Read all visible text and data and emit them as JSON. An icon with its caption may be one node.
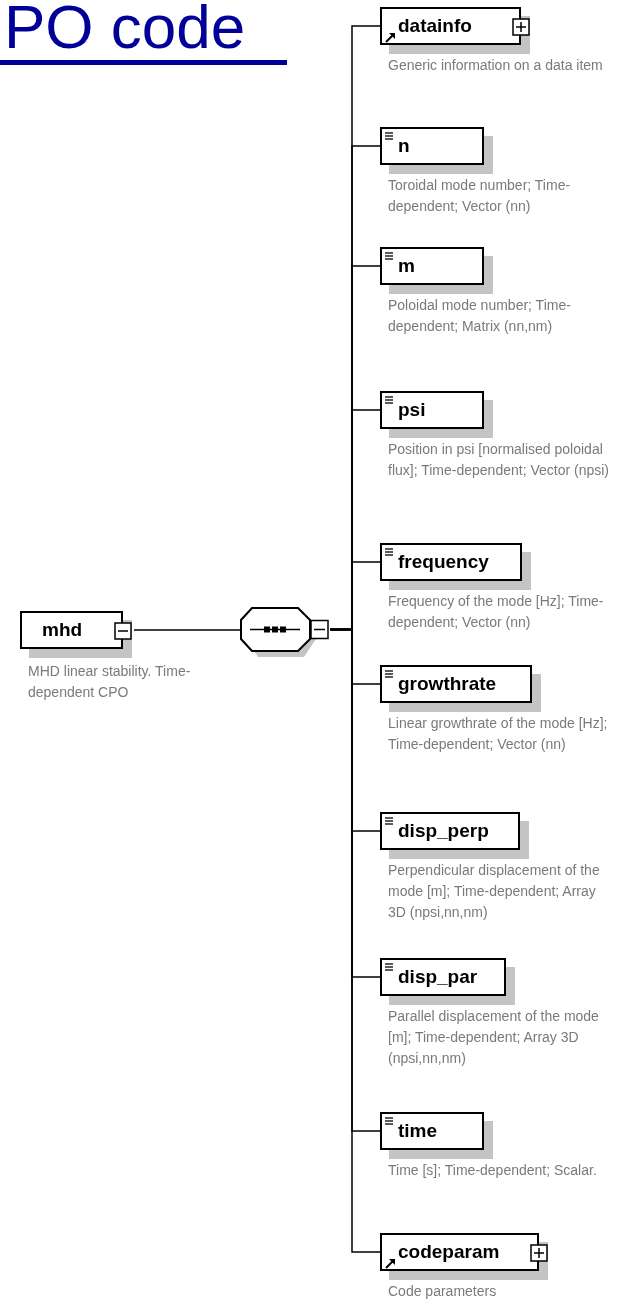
{
  "diagram": {
    "title": "PO code",
    "nodes": [
      {
        "text": [
          "mhd"
        ],
        "beside": [
          "MHD linear stability. Time-dependent CPO"
        ]
      },
      {
        "text": [],
        "shape": "octagon"
      },
      {
        "text": [
          "datainfo"
        ],
        "beside": [
          "Generic information on a data item"
        ]
      },
      {
        "text": [
          "n"
        ],
        "beside": [
          "Toroidal mode number; Time-dependent; Vector (nn)"
        ]
      },
      {
        "text": [
          "m"
        ],
        "beside": [
          "Poloidal mode number; Time-dependent; Matrix (nn,nm)"
        ]
      },
      {
        "text": [
          "psi"
        ],
        "beside": [
          "Position in psi [normalised poloidal flux]; Time-dependent; Vector (npsi)"
        ]
      },
      {
        "text": [
          "frequency"
        ],
        "beside": [
          "Frequency of the mode [Hz]; Time-dependent; Vector (nn)"
        ]
      },
      {
        "text": [
          "growthrate"
        ],
        "beside": [
          "Linear growthrate of the mode [Hz]; Time-dependent; Vector (nn)"
        ]
      },
      {
        "text": [
          "disp_perp"
        ],
        "beside": [
          "Perpendicular displacement of the mode [m]; Time-dependent; Array 3D (npsi,nn,nm)"
        ]
      },
      {
        "text": [
          "disp_par"
        ],
        "beside": [
          "Parallel displacement of the mode [m]; Time-dependent; Array 3D (npsi,nn,nm)"
        ]
      },
      {
        "text": [
          "time"
        ],
        "beside": [
          "Time [s]; Time-dependent; Scalar."
        ]
      },
      {
        "text": [
          "codeparam"
        ],
        "beside": [
          "Code parameters"
        ]
      }
    ],
    "edges": [
      {
        "from": 0,
        "to": 1,
        "arrow": "none"
      },
      {
        "from": 1,
        "to": 2,
        "arrow": "none"
      },
      {
        "from": 1,
        "to": 3,
        "arrow": "none"
      },
      {
        "from": 1,
        "to": 4,
        "arrow": "none"
      },
      {
        "from": 1,
        "to": 5,
        "arrow": "none"
      },
      {
        "from": 1,
        "to": 6,
        "arrow": "none"
      },
      {
        "from": 1,
        "to": 7,
        "arrow": "none"
      },
      {
        "from": 1,
        "to": 8,
        "arrow": "none"
      },
      {
        "from": 1,
        "to": 9,
        "arrow": "none"
      },
      {
        "from": 1,
        "to": 10,
        "arrow": "none"
      },
      {
        "from": 1,
        "to": 11,
        "arrow": "none"
      }
    ]
  }
}
